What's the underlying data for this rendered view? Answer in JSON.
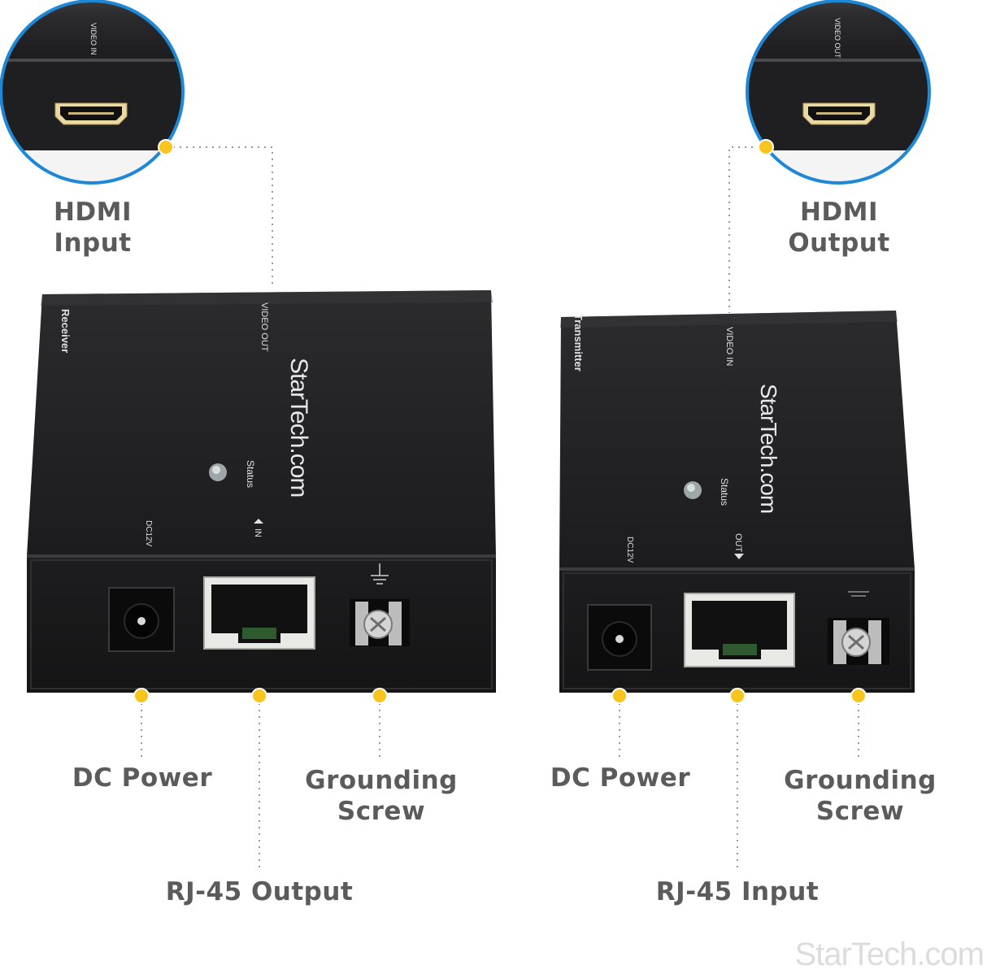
{
  "callouts": {
    "hdmi_input": {
      "line1": "HDMI",
      "line2": "Input"
    },
    "hdmi_output": {
      "line1": "HDMI",
      "line2": "Output"
    },
    "rx_dc_power": "DC Power",
    "rx_grounding": {
      "line1": "Grounding",
      "line2": "Screw"
    },
    "rj45_output": "RJ-45 Output",
    "tx_dc_power": "DC Power",
    "tx_grounding": {
      "line1": "Grounding",
      "line2": "Screw"
    },
    "rj45_input": "RJ-45 Input"
  },
  "receiver": {
    "side_label": "Receiver",
    "port_label": "VIDEO OUT",
    "brand": "StarTech.com",
    "status": "Status",
    "power_label": "DC12V",
    "rj45_label": "IN"
  },
  "transmitter": {
    "side_label": "Transmitter",
    "port_label": "VIDEO IN",
    "brand": "StarTech.com",
    "status": "Status",
    "power_label": "DC12V",
    "rj45_label": "OUT"
  },
  "zoom_left": {
    "port_label": "VIDEO IN"
  },
  "zoom_right": {
    "port_label": "VIDEO OUT"
  },
  "watermark": "StarTech.com",
  "colors": {
    "dot": "#f7c51e",
    "ring": "#1e88d6",
    "device": "#232325",
    "label": "#5b5b5b"
  }
}
